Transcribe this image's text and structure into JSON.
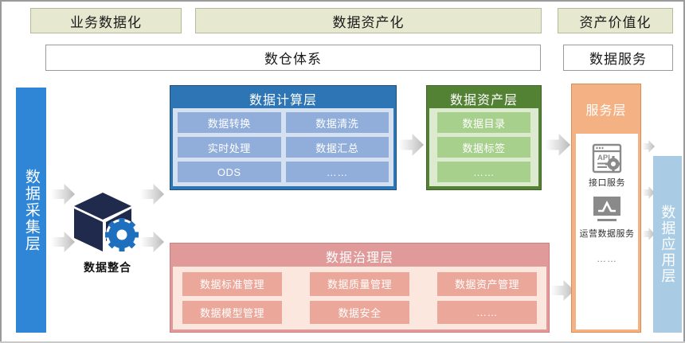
{
  "banner": {
    "chips": [
      {
        "label": "业务数据化"
      },
      {
        "label": "数据资产化"
      },
      {
        "label": "资产价值化"
      }
    ],
    "boxes": [
      {
        "label": "数仓体系"
      },
      {
        "label": "数据服务"
      }
    ]
  },
  "collect_layer": {
    "label": "数据采集层",
    "color": "#3086d6"
  },
  "integration": {
    "label": "数据整合",
    "cube_icon": "cube-icon",
    "gear_icon": "gear-icon"
  },
  "compute_layer": {
    "title": "数据计算层",
    "color": "#2e75b6",
    "inner_color": "#d5e0f0",
    "cell_color": "#91aedb",
    "cells": [
      "数据转换",
      "数据清洗",
      "实时处理",
      "数据汇总",
      "ODS",
      "……"
    ]
  },
  "asset_layer": {
    "title": "数据资产层",
    "color": "#548235",
    "inner_color": "#dcead0",
    "cell_color": "#a8d08d",
    "cells": [
      "数据目录",
      "数据标签",
      "……"
    ]
  },
  "governance_layer": {
    "title": "数据治理层",
    "color": "#e09a9a",
    "inner_color": "#fbe7dd",
    "cell_color": "#eba89a",
    "cells": [
      "数据标准管理",
      "数据质量管理",
      "数据资产管理",
      "数据模型管理",
      "数据安全",
      "……"
    ]
  },
  "service_layer": {
    "title": "服务层",
    "color": "#f4b183",
    "items": [
      {
        "label": "接口服务",
        "icon": "api-window-gear-icon"
      },
      {
        "label": "运营数据服务",
        "icon": "monitor-chart-icon"
      }
    ],
    "more": "……"
  },
  "app_layer": {
    "label": "数据应用层",
    "color": "#a9cbe4"
  }
}
